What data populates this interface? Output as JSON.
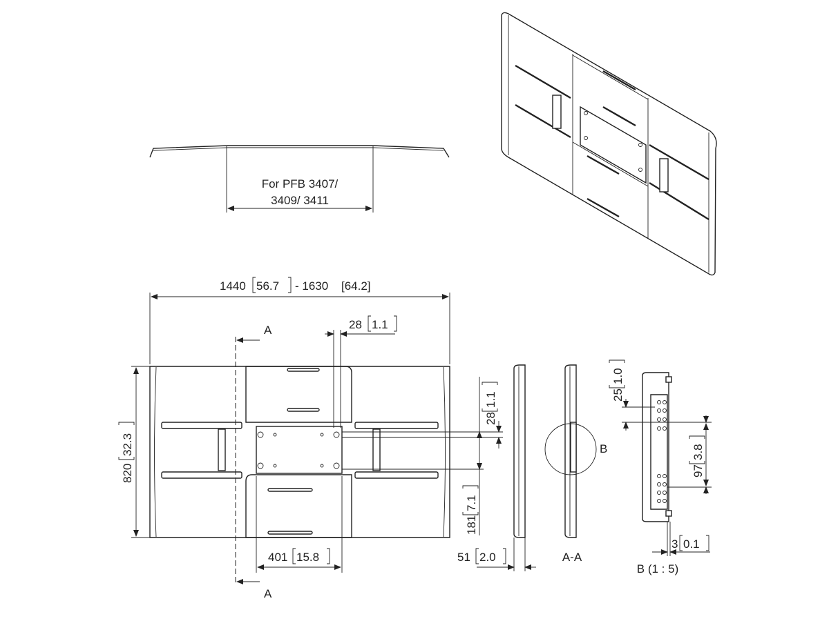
{
  "top_view": {
    "label_line1": "For PFB 3407/",
    "label_line2": "3409/ 3411"
  },
  "front_view": {
    "overall_width_mm": "1440",
    "overall_width_in": "56.7",
    "width_range_sep": "- 1630",
    "overall_width_max_in": "[64.2]",
    "height_mm": "820",
    "height_in": "32.3",
    "slot_width_mm": "28",
    "slot_width_in": "1.1",
    "hole_spacing_mm": "401",
    "hole_spacing_in": "15.8",
    "vert_28_mm": "28",
    "vert_28_in": "1.1",
    "vert_181_mm": "181",
    "vert_181_in": "7.1",
    "section_label_top": "A",
    "section_label_bottom": "A"
  },
  "side_view": {
    "depth_mm": "51",
    "depth_in": "2.0"
  },
  "section_view": {
    "label": "A-A",
    "detail_callout": "B"
  },
  "detail_view": {
    "label": "B (1 : 5)",
    "dim_25_mm": "25",
    "dim_25_in": "1.0",
    "dim_97_mm": "97",
    "dim_97_in": "3.8",
    "dim_3_mm": "3",
    "dim_3_in": "0.1"
  }
}
